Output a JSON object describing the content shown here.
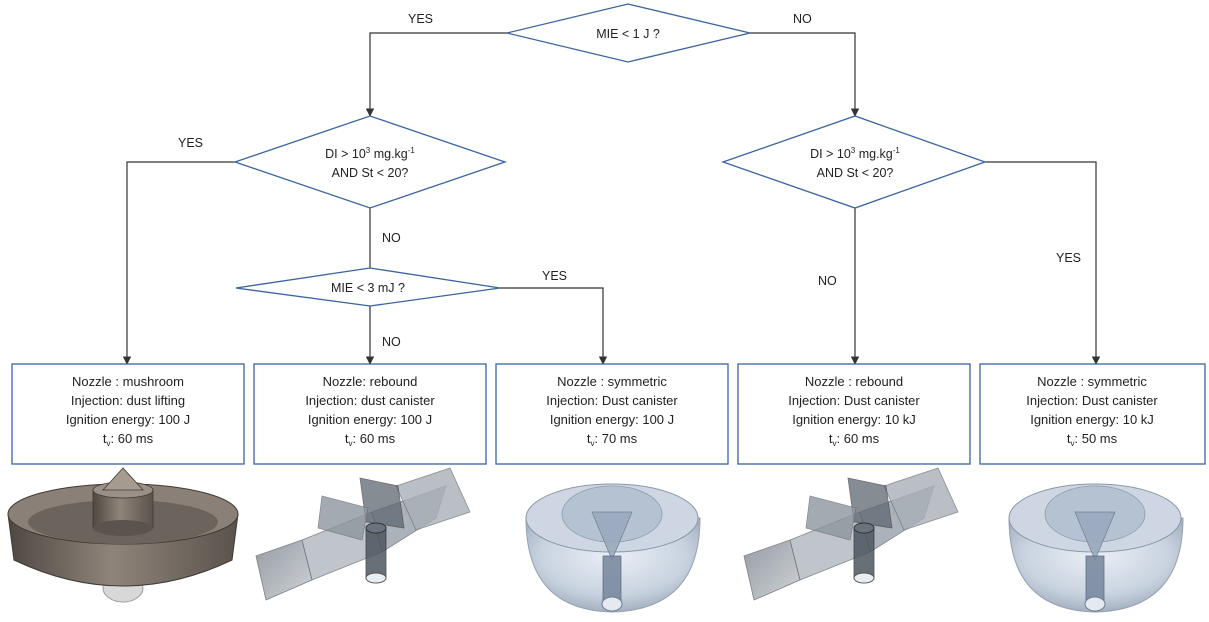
{
  "decisions": {
    "top": {
      "text": "MIE < 1 J ?"
    },
    "left": {
      "line1_pre": "DI > 10",
      "line1_sup": "3",
      "line1_mid": " mg.kg",
      "line1_sup2": "-1",
      "line2": "AND St < 20?"
    },
    "right": {
      "line1_pre": "DI > 10",
      "line1_sup": "3",
      "line1_mid": " mg.kg",
      "line1_sup2": "-1",
      "line2": "AND St < 20?"
    },
    "mid": {
      "text": "MIE < 3 mJ ?"
    }
  },
  "edge_labels": {
    "top_yes": "YES",
    "top_no": "NO",
    "left_yes": "YES",
    "left_no": "NO",
    "mid_yes": "YES",
    "mid_no": "NO",
    "right_no": "NO",
    "right_yes": "YES"
  },
  "results": [
    {
      "nozzle": "Nozzle : mushroom",
      "injection": "Injection: dust lifting",
      "energy": "Ignition energy: 100 J",
      "tv_pre": "t",
      "tv_sub": "v",
      "tv_post": ": 60 ms",
      "image": "mushroom-nozzle"
    },
    {
      "nozzle": "Nozzle: rebound",
      "injection": "Injection: dust canister",
      "energy": "Ignition energy: 100 J",
      "tv_pre": "t",
      "tv_sub": "v",
      "tv_post": ": 60 ms",
      "image": "rebound-nozzle"
    },
    {
      "nozzle": "Nozzle : symmetric",
      "injection": "Injection: Dust canister",
      "energy": "Ignition energy: 100 J",
      "tv_pre": "t",
      "tv_sub": "v",
      "tv_post": ": 70 ms",
      "image": "symmetric-nozzle"
    },
    {
      "nozzle": "Nozzle : rebound",
      "injection": "Injection: Dust canister",
      "energy": "Ignition energy: 10 kJ",
      "tv_pre": "t",
      "tv_sub": "v",
      "tv_post": ": 60 ms",
      "image": "rebound-nozzle"
    },
    {
      "nozzle": "Nozzle : symmetric",
      "injection": "Injection: Dust canister",
      "energy": "Ignition energy: 10 kJ",
      "tv_pre": "t",
      "tv_sub": "v",
      "tv_post": ": 50 ms",
      "image": "symmetric-nozzle"
    }
  ],
  "colors": {
    "shape_border": "#3a64a0",
    "connector": "#333333",
    "nozzle_metal": "#7d736a",
    "nozzle_glass": "#b8c6d8"
  }
}
